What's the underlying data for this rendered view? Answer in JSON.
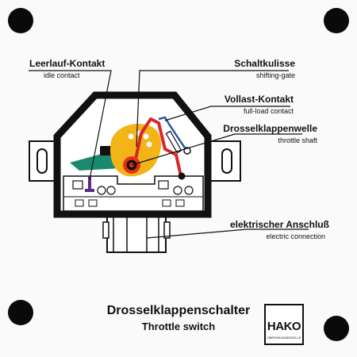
{
  "labels": {
    "idle_contact": {
      "de": "Leerlauf-Kontakt",
      "en": "idle contact"
    },
    "shifting_gate": {
      "de": "Schaltkulisse",
      "en": "shifting-gate"
    },
    "full_load_contact": {
      "de": "Vollast-Kontakt",
      "en": "full-load contact"
    },
    "throttle_shaft": {
      "de": "Drosselklappenwelle",
      "en": "throttle shaft"
    },
    "electric_connection": {
      "de": "elektrischer Anschluß",
      "en": "electric connection"
    }
  },
  "title": {
    "de": "Drosselklappenschalter",
    "en": "Throttle switch"
  },
  "logo": {
    "brand": "HAKO",
    "sub": "OBERHEADMODELLE"
  },
  "colors": {
    "gate": "#f2b417",
    "lever": "#1a8a6e",
    "full_load": "#d8262a",
    "shaft_ring": "#e83018",
    "idle_contact": "#5b2a86",
    "full_load_wire": "#2a5aa8"
  }
}
